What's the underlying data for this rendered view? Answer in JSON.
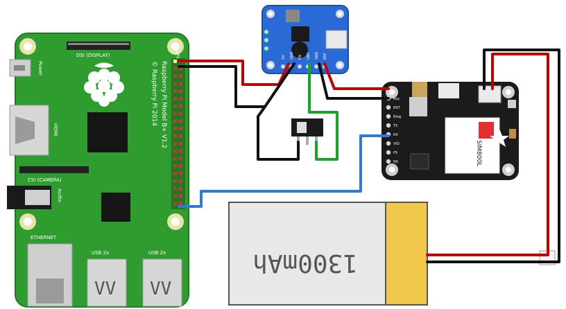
{
  "colors": {
    "pi_board": "#2f9c2f",
    "pi_board_dark": "#1f7a1f",
    "adafruit_board": "#1b1b1b",
    "booster_board": "#2a6ad6",
    "battery_body": "#e8e8e8",
    "battery_cap": "#f1c84b",
    "wire_red": "#c00000",
    "wire_black": "#111111",
    "wire_green": "#1aa32a",
    "wire_blue": "#2f7bd2"
  },
  "raspberry_pi": {
    "dsi_label": "DSI (DISPLAY)",
    "csi_label": "CSI (CAMERA)",
    "model_line1": "Raspberry Pi Model B+ V1.2",
    "model_line2": "© Raspberry Pi 2014",
    "gpio_label": "GPIO",
    "power_label": "Power",
    "hdmi_label": "HDMI",
    "audio_label": "Audio",
    "ethernet_label": "ETHERNET",
    "usb1_label": "USB 2x",
    "usb2_label": "USB 2x"
  },
  "booster": {
    "pin_labels": [
      "5V",
      "GND",
      "EN",
      "LBO",
      "GND",
      "BAT"
    ]
  },
  "fona": {
    "module_label": "SIM800L",
    "pin_labels": [
      "Key",
      "RST",
      "Ring",
      "TX",
      "RX",
      "VIO",
      "PS",
      "NS"
    ]
  },
  "battery": {
    "label": "1300mAh"
  },
  "switch": {
    "name": "slide switch"
  }
}
